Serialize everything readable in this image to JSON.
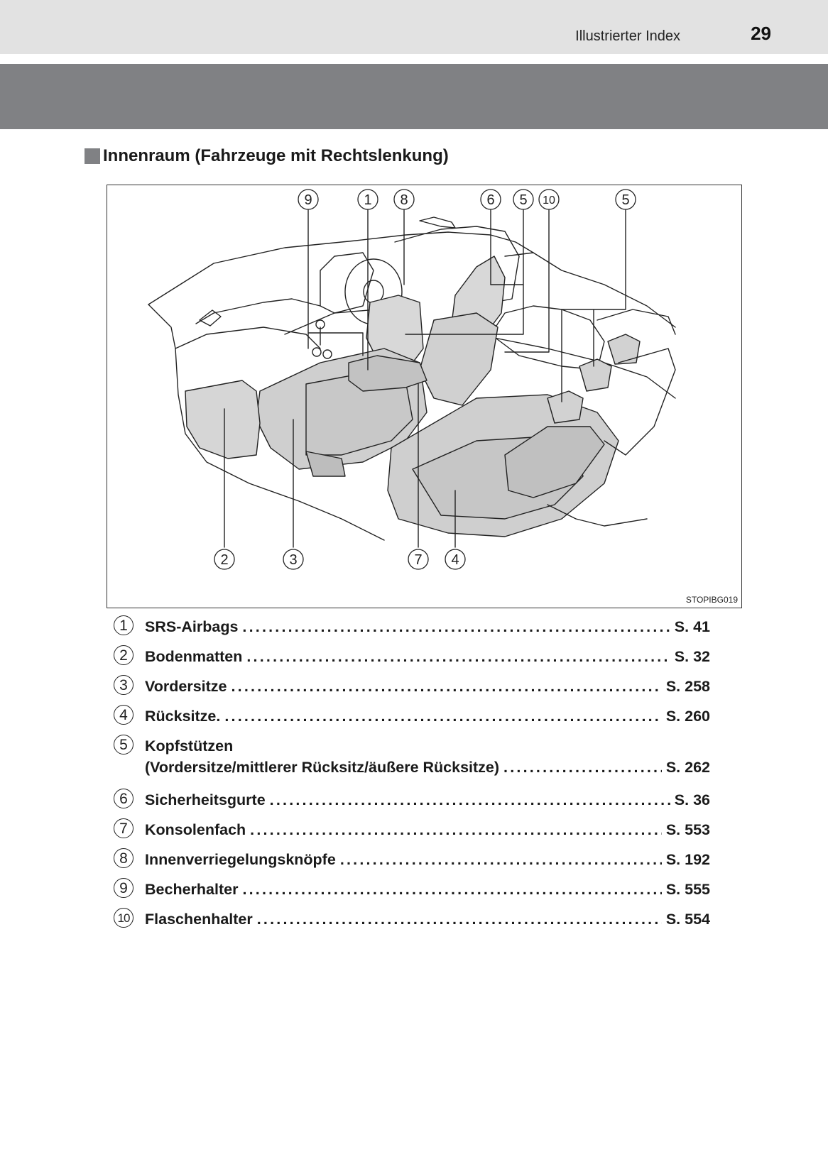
{
  "header": {
    "section": "Illustrierter Index",
    "page_number": "29"
  },
  "heading": "Innenraum (Fahrzeuge mit Rechtslenkung)",
  "figure": {
    "code": "STOPIBG019",
    "callouts": [
      "9",
      "1",
      "8",
      "6",
      "5",
      "10",
      "5",
      "2",
      "3",
      "7",
      "4"
    ]
  },
  "legend": [
    {
      "num": "1",
      "label": "SRS-Airbags",
      "page": "S. 41"
    },
    {
      "num": "2",
      "label": "Bodenmatten",
      "page": "S. 32"
    },
    {
      "num": "3",
      "label": "Vordersitze",
      "page": "S. 258"
    },
    {
      "num": "4",
      "label": "Rücksitze.",
      "page": "S. 260"
    },
    {
      "num": "5",
      "label": "Kopfstützen",
      "label2": "(Vordersitze/mittlerer Rücksitz/äußere Rücksitze)",
      "page": "S. 262"
    },
    {
      "num": "6",
      "label": "Sicherheitsgurte",
      "page": "S. 36"
    },
    {
      "num": "7",
      "label": "Konsolenfach",
      "page": "S. 553"
    },
    {
      "num": "8",
      "label": "Innenverriegelungsknöpfe",
      "page": "S. 192"
    },
    {
      "num": "9",
      "label": "Becherhalter",
      "page": "S. 555"
    },
    {
      "num": "10",
      "label": "Flaschenhalter",
      "page": "S. 554"
    }
  ]
}
